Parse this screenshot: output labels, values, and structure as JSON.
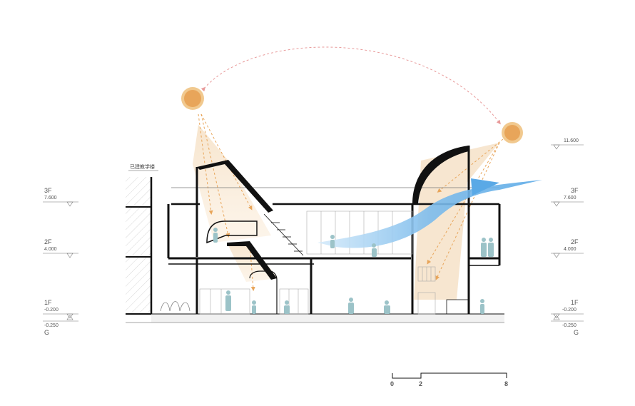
{
  "existing_building_label": "已建教学楼",
  "levels_left": [
    {
      "floor": "3F",
      "elev": "7.600"
    },
    {
      "floor": "2F",
      "elev": "4.000"
    },
    {
      "floor": "1F",
      "elev": "-0.200"
    },
    {
      "floor": "G",
      "elev": "-0.250"
    }
  ],
  "levels_right": [
    {
      "floor": "",
      "elev": "11.600"
    },
    {
      "floor": "3F",
      "elev": "7.600"
    },
    {
      "floor": "2F",
      "elev": "4.000"
    },
    {
      "floor": "1F",
      "elev": "-0.200"
    },
    {
      "floor": "G",
      "elev": "-0.250"
    }
  ],
  "scale_bar": {
    "ticks": [
      "0",
      "2",
      "8"
    ]
  },
  "colors": {
    "sun": "#e8a55a",
    "sun_ray": "#f3dcc0",
    "wind": "#86c0ee",
    "figure": "#9cc3c8",
    "dash": "#e89a9a",
    "wall": "#111111"
  },
  "icons": [
    "sun-icon",
    "wind-arrow-icon",
    "sun-path-arc-icon",
    "level-marker-icon"
  ]
}
